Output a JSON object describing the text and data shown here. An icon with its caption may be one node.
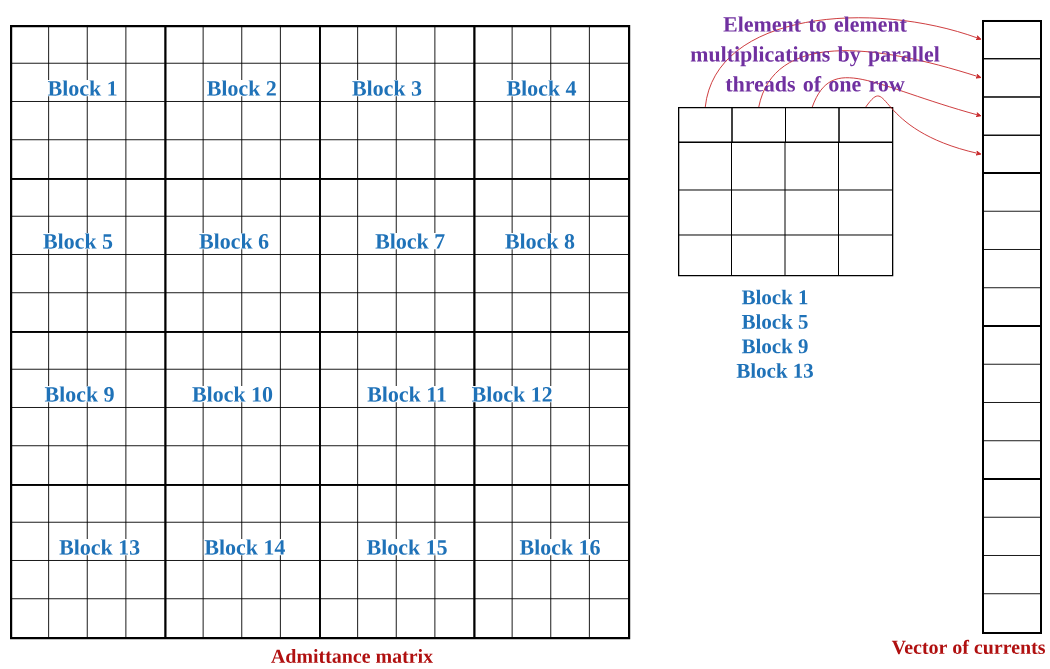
{
  "diagram": {
    "nodes": [
      {
        "text": [],
        "shape": "box",
        "beside": [
          "Admittance matrix"
        ]
      },
      {
        "text": [
          "Block 1"
        ],
        "in": 0
      },
      {
        "text": [
          "Block 2"
        ],
        "in": 0
      },
      {
        "text": [
          "Block 3"
        ],
        "in": 0
      },
      {
        "text": [
          "Block 4"
        ],
        "in": 0
      },
      {
        "text": [
          "Block 5"
        ],
        "in": 0
      },
      {
        "text": [
          "Block 6"
        ],
        "in": 0
      },
      {
        "text": [
          "Block 7"
        ],
        "in": 0
      },
      {
        "text": [
          "Block 8"
        ],
        "in": 0
      },
      {
        "text": [
          "Block 9"
        ],
        "in": 0
      },
      {
        "text": [
          "Block 10"
        ],
        "in": 0
      },
      {
        "text": [
          "Block 11"
        ],
        "in": 0
      },
      {
        "text": [
          "Block 12"
        ],
        "in": 0
      },
      {
        "text": [
          "Block 13"
        ],
        "in": 0
      },
      {
        "text": [
          "Block 14"
        ],
        "in": 0
      },
      {
        "text": [
          "Block 15"
        ],
        "in": 0
      },
      {
        "text": [
          "Block 16"
        ],
        "in": 0
      },
      {
        "text": [],
        "shape": "box",
        "beside": [
          "Block 1",
          "Block 5",
          "Block 9",
          "Block 13"
        ]
      },
      {
        "text": [],
        "shape": "box",
        "in": 17
      },
      {
        "text": [],
        "shape": "box",
        "in": 17
      },
      {
        "text": [],
        "shape": "box",
        "in": 17
      },
      {
        "text": [],
        "shape": "box",
        "in": 17
      },
      {
        "text": [],
        "shape": "box",
        "beside": [
          "Vector of currents"
        ]
      },
      {
        "text": [],
        "shape": "box",
        "in": 22
      },
      {
        "text": [],
        "shape": "box",
        "in": 22
      },
      {
        "text": [],
        "shape": "box",
        "in": 22
      },
      {
        "text": [],
        "shape": "box",
        "in": 22
      }
    ],
    "edges": [
      {
        "from": 18,
        "to": 23,
        "arrow": "to"
      },
      {
        "from": 19,
        "to": 24,
        "arrow": "to"
      },
      {
        "from": 20,
        "to": 25,
        "arrow": "to"
      },
      {
        "from": 21,
        "to": 26,
        "arrow": "to"
      }
    ],
    "labels": [
      "Element to element multiplications by parallel threads of one row"
    ]
  }
}
